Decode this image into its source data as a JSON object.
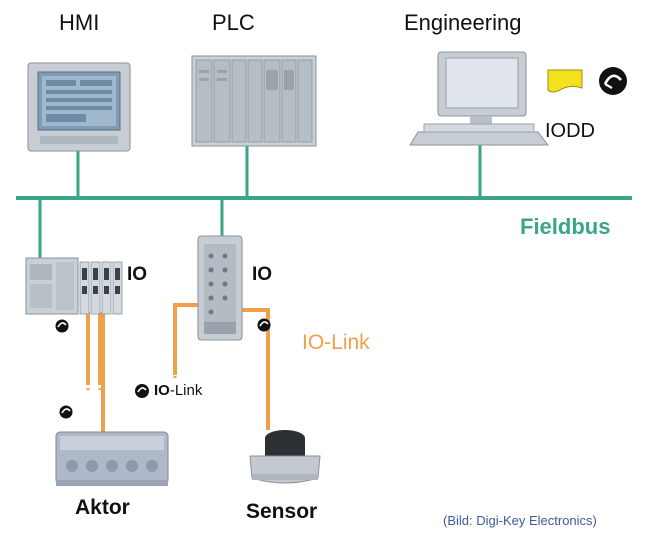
{
  "labels": {
    "hmi": "HMI",
    "plc": "PLC",
    "engineering": "Engineering",
    "iodd": "IODD",
    "fieldbus": "Fieldbus",
    "io_left": "IO",
    "io_right": "IO",
    "iolink": "IO-Link",
    "iolink_logo_bold": "IO",
    "iolink_logo_rest": "-Link",
    "aktor": "Aktor",
    "sensor": "Sensor",
    "credit": "(Bild: Digi-Key Electronics)"
  },
  "colors": {
    "fieldbus": "#3aa58a",
    "iolink": "#f0a048",
    "credit": "#3d5a9a",
    "iodd_card": "#f3e11e"
  },
  "icons": [
    "io-link-symbol-icon",
    "iodd-card-icon"
  ]
}
